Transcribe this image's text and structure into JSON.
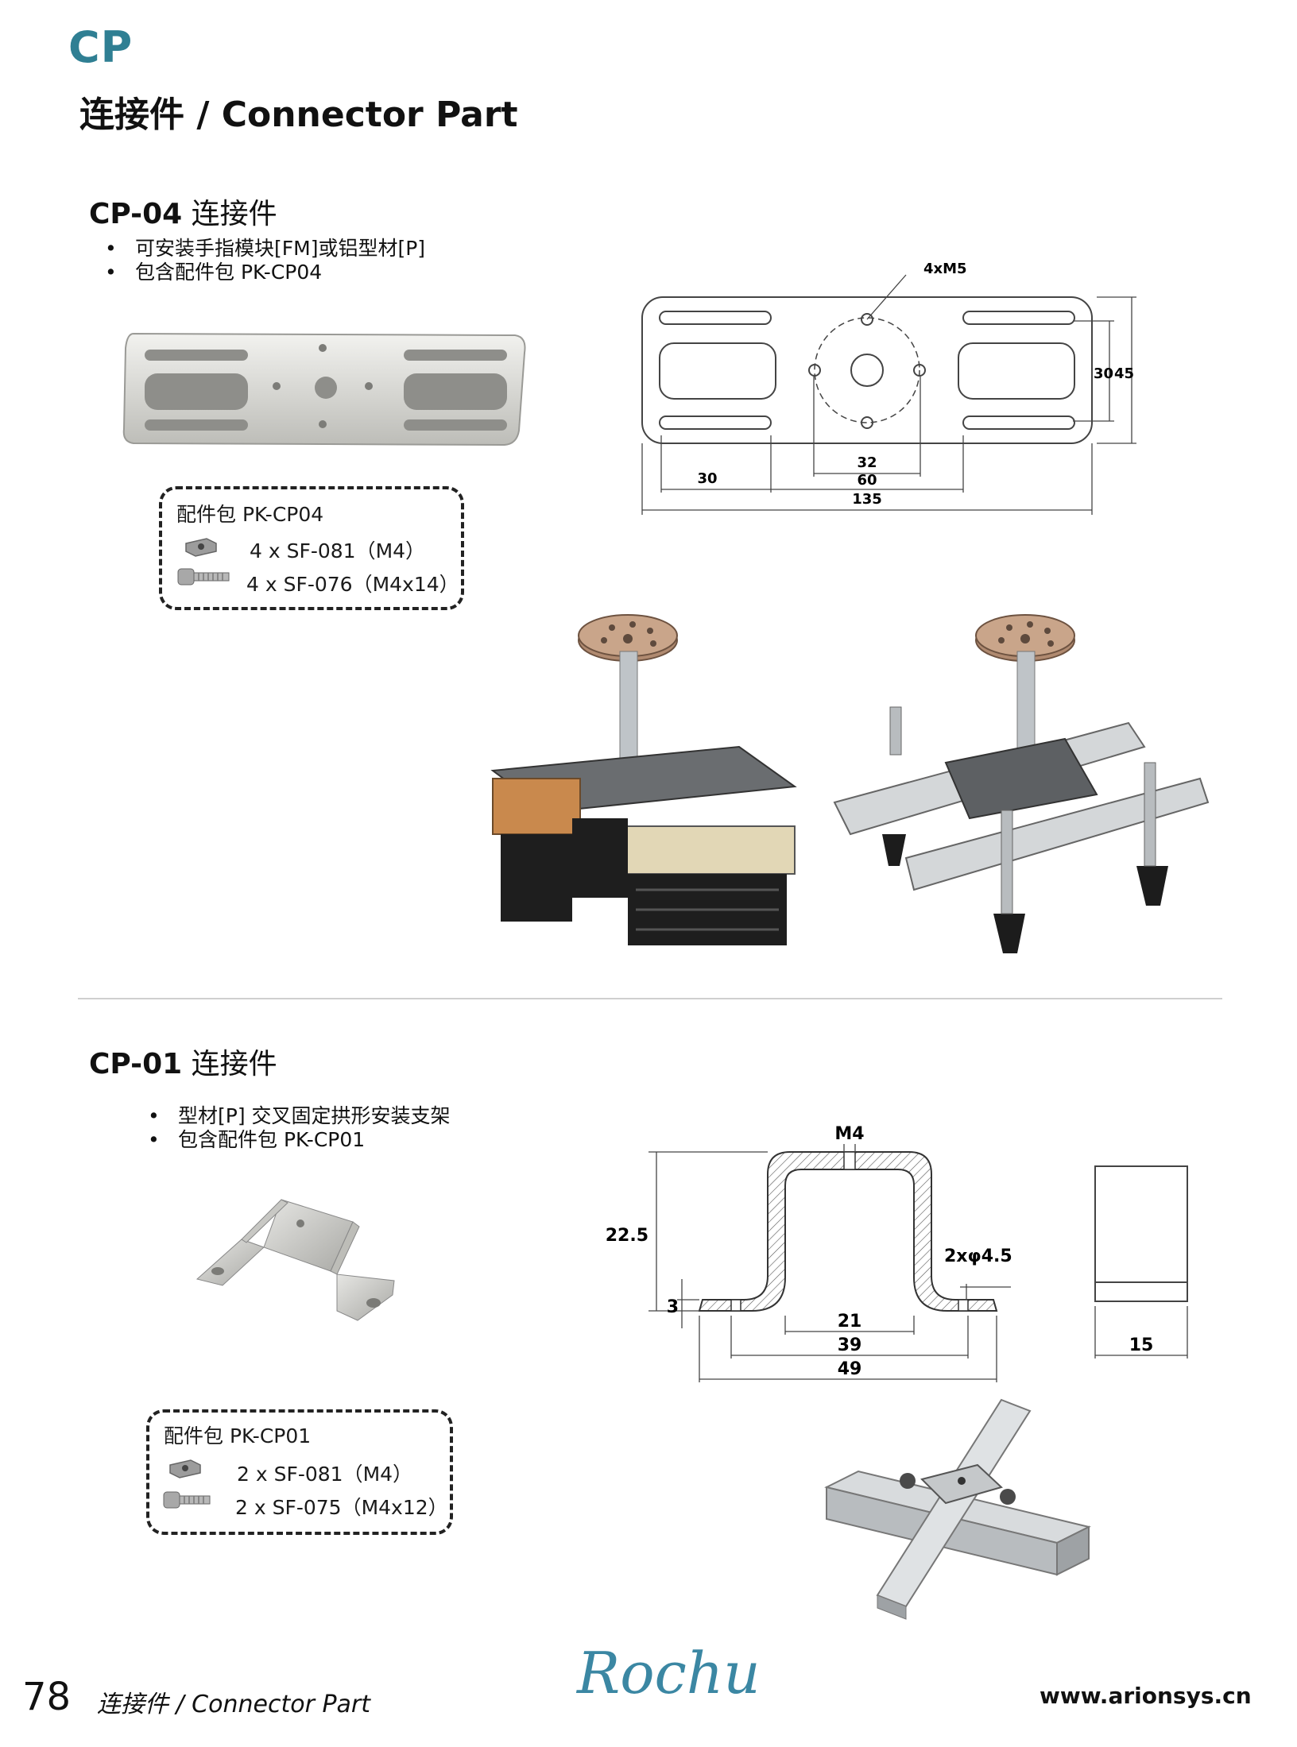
{
  "header": {
    "tag": "CP",
    "title": "连接件 / Connector Part"
  },
  "cp04": {
    "code": "CP-04",
    "name": "连接件",
    "bullets": [
      "可安装手指模块[FM]或铝型材[P]",
      "包含配件包 PK-CP04"
    ],
    "kit": {
      "title": "配件包 PK-CP04",
      "items": [
        "4 x SF-081（M4）",
        "4 x SF-076（M4x14）"
      ]
    },
    "drawing": {
      "hole_label": "4xM5",
      "d30a": "30",
      "d32": "32",
      "d60": "60",
      "d135": "135",
      "h30": "30",
      "h45": "45"
    }
  },
  "cp01": {
    "code": "CP-01",
    "name": "连接件",
    "bullets": [
      "型材[P] 交叉固定拱形安装支架",
      "包含配件包 PK-CP01"
    ],
    "kit": {
      "title": "配件包 PK-CP01",
      "items": [
        "2 x SF-081（M4）",
        "2 x SF-075（M4x12）"
      ]
    },
    "drawing": {
      "m4": "M4",
      "h22": "22.5",
      "h3": "3",
      "holes": "2xφ4.5",
      "w21": "21",
      "w39": "39",
      "w49": "49",
      "w15": "15"
    }
  },
  "footer": {
    "page": "78",
    "label": "连接件 / Connector Part",
    "logo": "Rochu",
    "website": "www.arionsys.cn"
  }
}
